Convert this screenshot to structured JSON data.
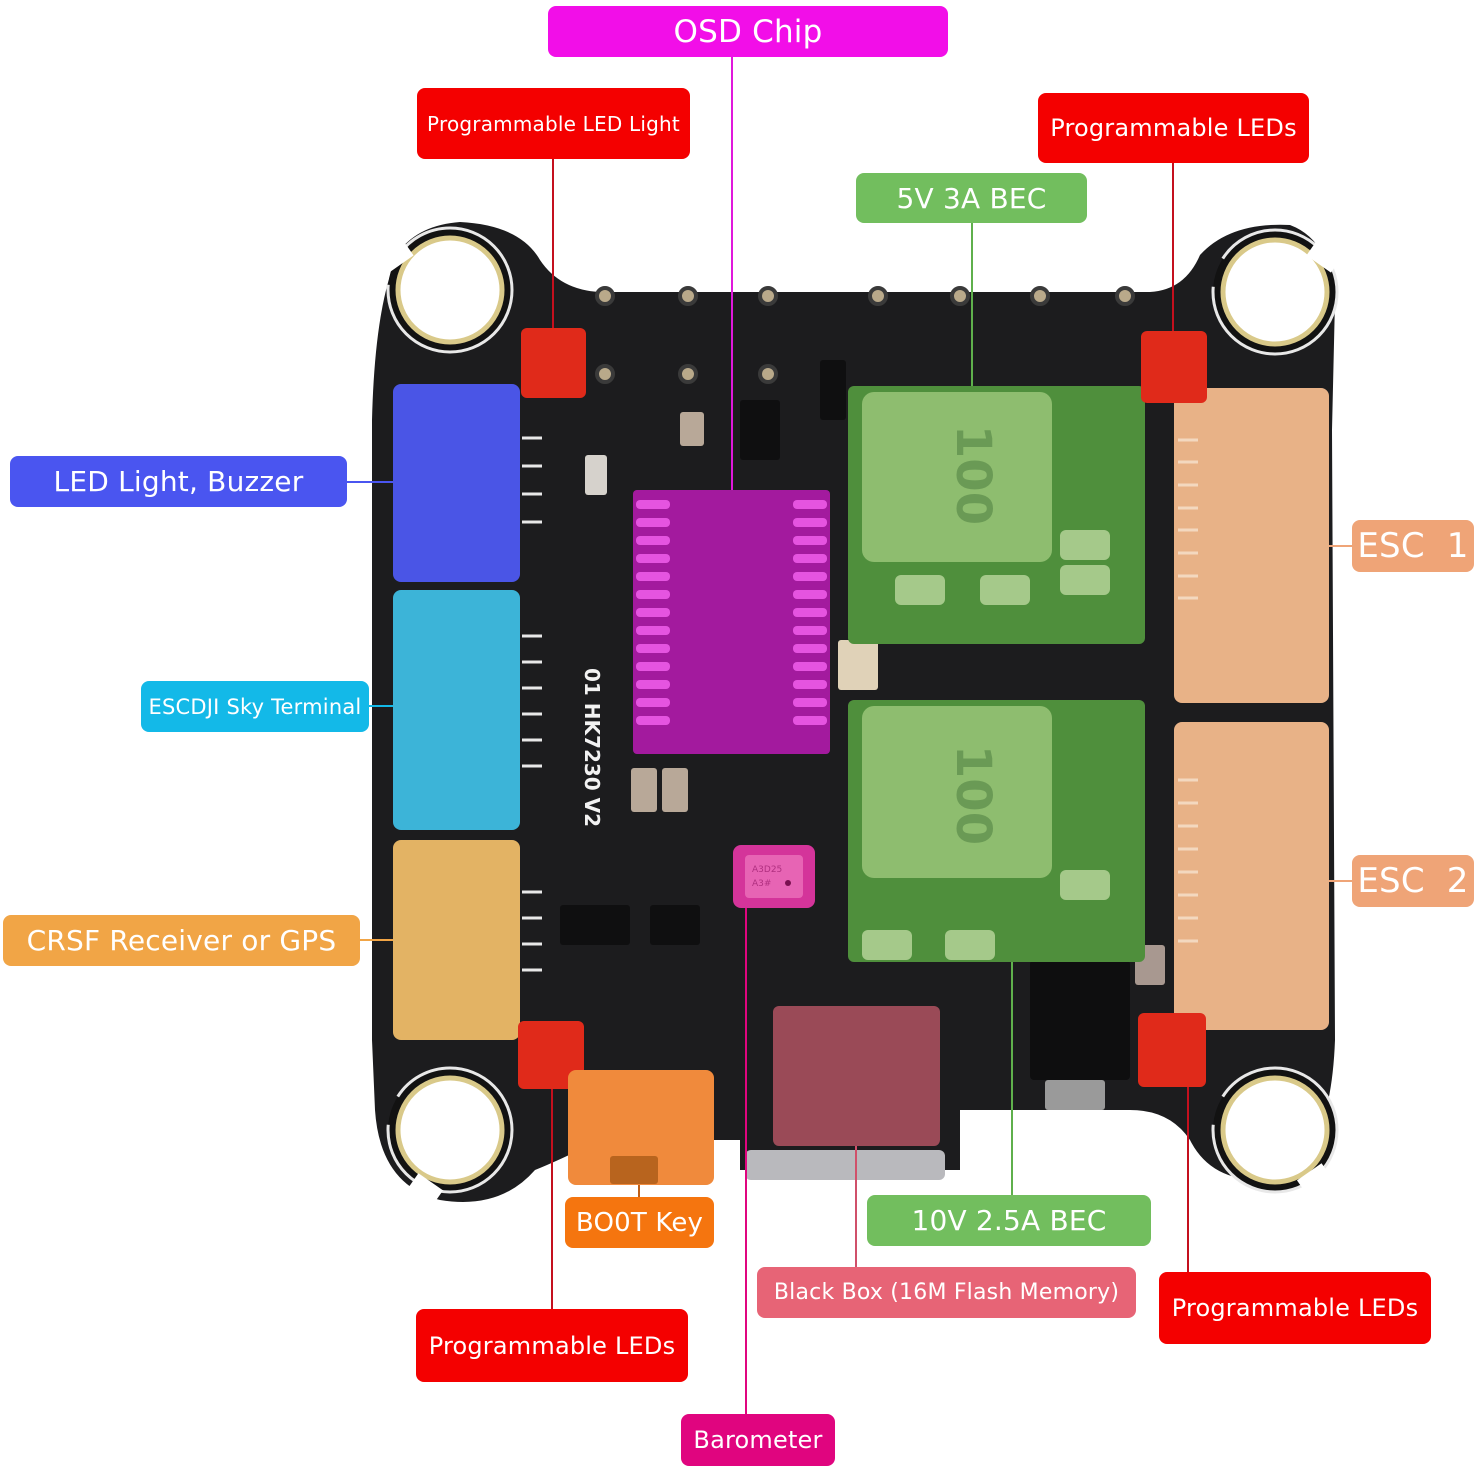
{
  "title": "Flight controller board component callouts",
  "board": {
    "silkscreen_text": "01 HK7230 V2",
    "barometer_marking": [
      "A3D25",
      "A3#"
    ],
    "inductor_marking": "100"
  },
  "colors": {
    "osd": "#f20ee8",
    "programmable_led": "#f40000",
    "bec": "#72be5e",
    "led_buzzer": "#4a55f0",
    "dji": "#13b9e8",
    "crsf": "#f1a546",
    "esc": "#efa477",
    "boot": "#f5750f",
    "black_box": "#e76476",
    "barometer": "#e0057f",
    "pcb": "#1c1c1e"
  },
  "callouts": [
    {
      "id": "osd-chip",
      "label": "OSD Chip"
    },
    {
      "id": "programmable-led-light",
      "label": "Programmable LED Light"
    },
    {
      "id": "programmable-leds-top-right",
      "label": "Programmable LEDs"
    },
    {
      "id": "bec-5v",
      "label": "5V 3A BEC"
    },
    {
      "id": "led-light-buzzer",
      "label": "LED Light, Buzzer"
    },
    {
      "id": "dji-sky-terminal",
      "label": "ESCDJI Sky Terminal"
    },
    {
      "id": "crsf-receiver-gps",
      "label": "CRSF Receiver or GPS"
    },
    {
      "id": "esc-1",
      "label": "ESC  1"
    },
    {
      "id": "esc-2",
      "label": "ESC  2"
    },
    {
      "id": "boot-key",
      "label": "BO0T Key"
    },
    {
      "id": "bec-10v",
      "label": "10V 2.5A BEC"
    },
    {
      "id": "black-box",
      "label": "Black Box (16M Flash Memory)"
    },
    {
      "id": "programmable-leds-bottom-left",
      "label": "Programmable LEDs"
    },
    {
      "id": "programmable-leds-bottom-right",
      "label": "Programmable LEDs"
    },
    {
      "id": "barometer",
      "label": "Barometer"
    }
  ]
}
